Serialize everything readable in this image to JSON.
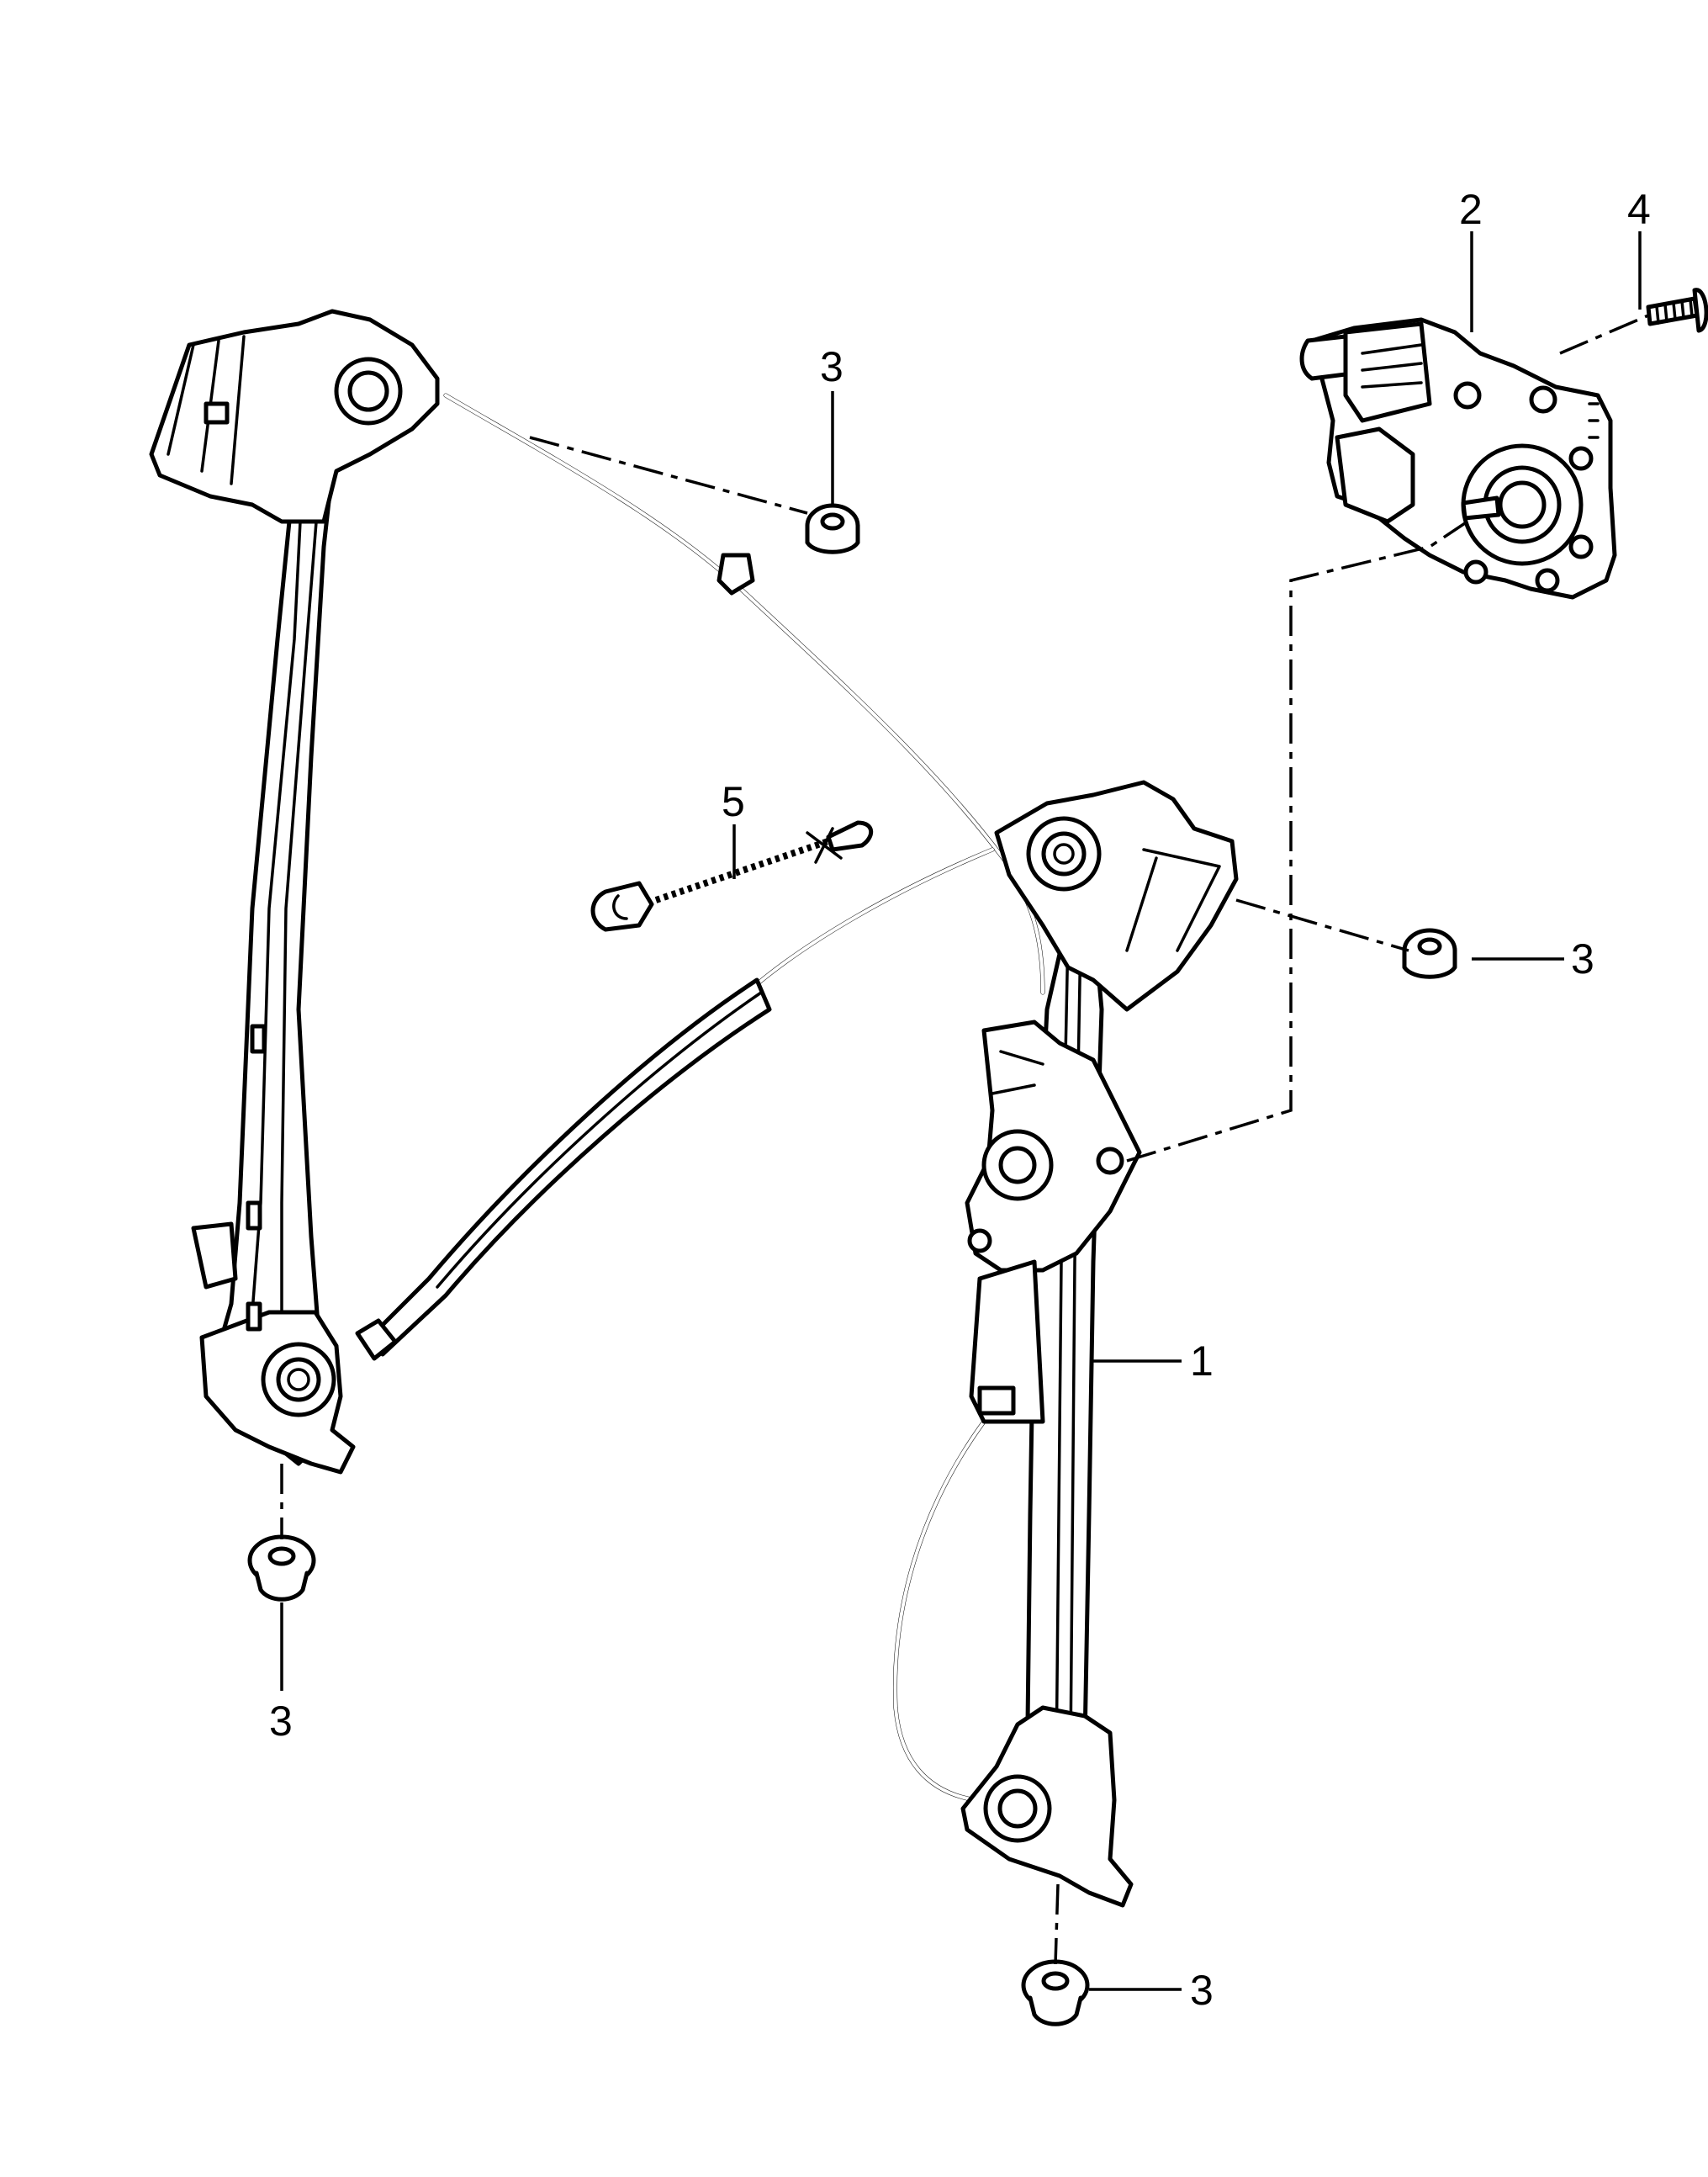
{
  "callouts": [
    {
      "id": "window-regulator",
      "label": "1"
    },
    {
      "id": "motor",
      "label": "2"
    },
    {
      "id": "nut-top",
      "label": "3"
    },
    {
      "id": "nut-right",
      "label": "3"
    },
    {
      "id": "nut-bottom-left",
      "label": "3"
    },
    {
      "id": "nut-bottom-right",
      "label": "3"
    },
    {
      "id": "bolt",
      "label": "4"
    },
    {
      "id": "cable-tie",
      "label": "5"
    }
  ]
}
